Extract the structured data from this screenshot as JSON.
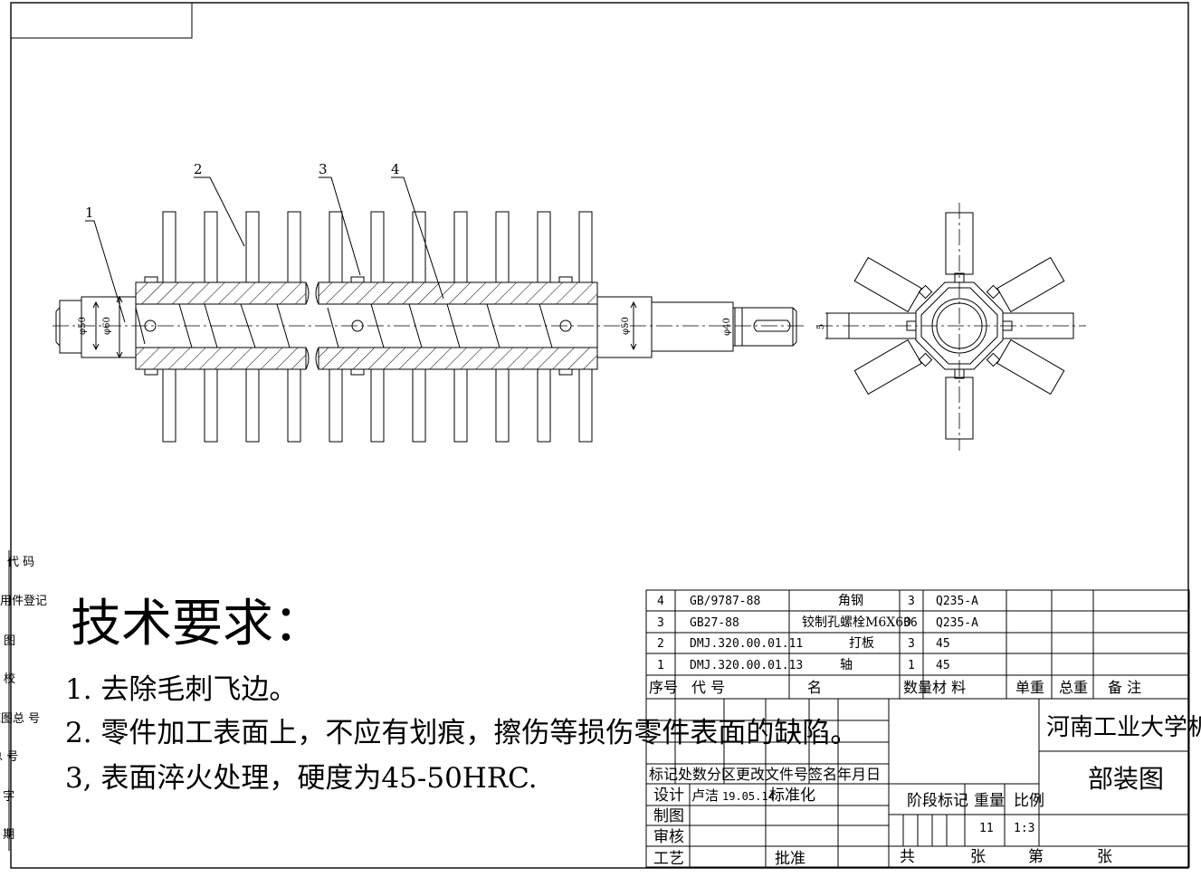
{
  "balloons": [
    "1",
    "2",
    "3",
    "4"
  ],
  "dims": {
    "phi50_left": "φ50",
    "phi60_left": "φ60",
    "phi50_right": "φ50",
    "phi40": "φ40",
    "key5": "5"
  },
  "left_strip": [
    "代  码",
    "用件登记",
    "图",
    "校",
    "底图总 号",
    "总  号",
    "签  字",
    "日  期"
  ],
  "tech": {
    "heading": "技术要求：",
    "items": [
      "1.  去除毛刺飞边。",
      "2.  零件加工表面上，不应有划痕，擦伤等损伤零件表面的缺陷。",
      "3,  表面淬火处理，硬度为45-50HRC."
    ]
  },
  "bom": {
    "rows": [
      {
        "no": "4",
        "code": "GB/9787-88",
        "name": "角钢",
        "qty": "3",
        "material": "Q235-A"
      },
      {
        "no": "3",
        "code": "GB27-88",
        "name": "铰制孔螺栓M6X60",
        "qty": "36",
        "material": "Q235-A"
      },
      {
        "no": "2",
        "code": "DMJ.320.00.01.11",
        "name": "打板",
        "qty": "3",
        "material": "45"
      },
      {
        "no": "1",
        "code": "DMJ.320.00.01.13",
        "name": "轴",
        "qty": "1",
        "material": "45"
      }
    ],
    "header": {
      "no": "序号",
      "code": "代        号",
      "name": "名",
      "qty": "数量",
      "material": "材    料",
      "unit_weight": "单重",
      "total_weight": "总重",
      "remark": "备    注"
    }
  },
  "title_block": {
    "school": "河南工业大学机",
    "drawing_name": "部装图",
    "rev_header": "标记处数分区更改文件号签名年月日",
    "design_label": "设计",
    "designer": "卢洁",
    "design_date": "19.05.14",
    "standard_label": "标准化",
    "draw_label": "制图",
    "check_label": "审核",
    "process_label": "工艺",
    "approve_label": "批准",
    "stage_label": "阶段标记",
    "weight_label": "重量",
    "scale_label": "比例",
    "weight_value": "11",
    "scale_value": "1:3",
    "total_sheets": "共",
    "sheet_unit_1": "张",
    "sheet_no": "第",
    "sheet_unit_2": "张"
  }
}
